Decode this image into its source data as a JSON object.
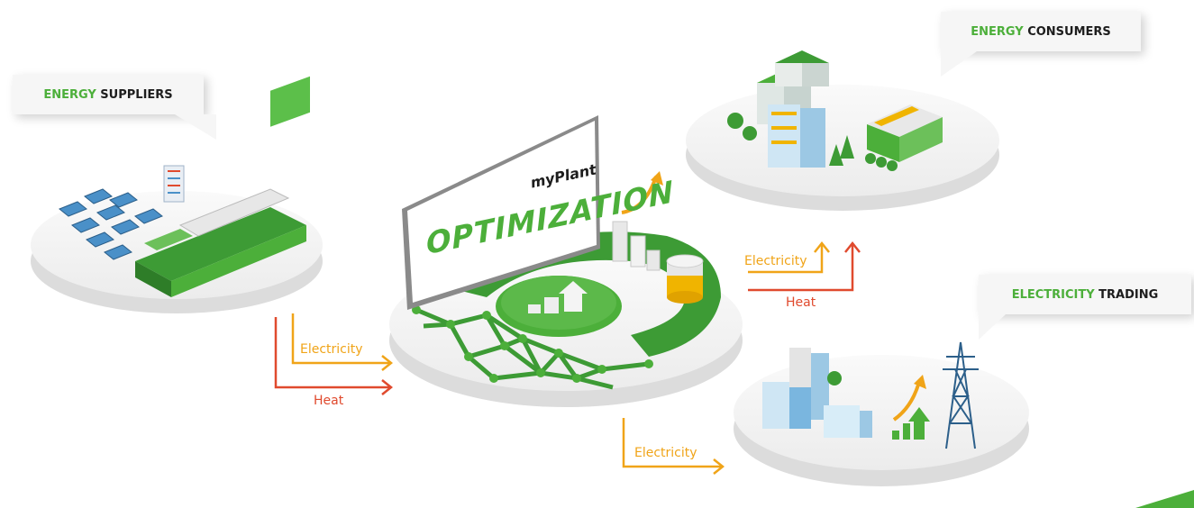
{
  "callouts": {
    "suppliers": {
      "accent": "ENERGY",
      "rest": " SUPPLIERS"
    },
    "consumers": {
      "accent": "ENERGY",
      "rest": " CONSUMERS"
    },
    "trading": {
      "accent": "ELECTRICITY",
      "rest": " TRADING"
    }
  },
  "monitor": {
    "brand": "myPlant",
    "title": "OPTIMIZATION"
  },
  "flows": {
    "in_electricity": "Electricity",
    "in_heat": "Heat",
    "out_consumers_electricity": "Electricity",
    "out_consumers_heat": "Heat",
    "out_trading_electricity": "Electricity"
  },
  "colors": {
    "accent_green": "#4caf3a",
    "electricity": "#f0a418",
    "heat": "#e04a2e",
    "platform": "#f2f2f2"
  }
}
